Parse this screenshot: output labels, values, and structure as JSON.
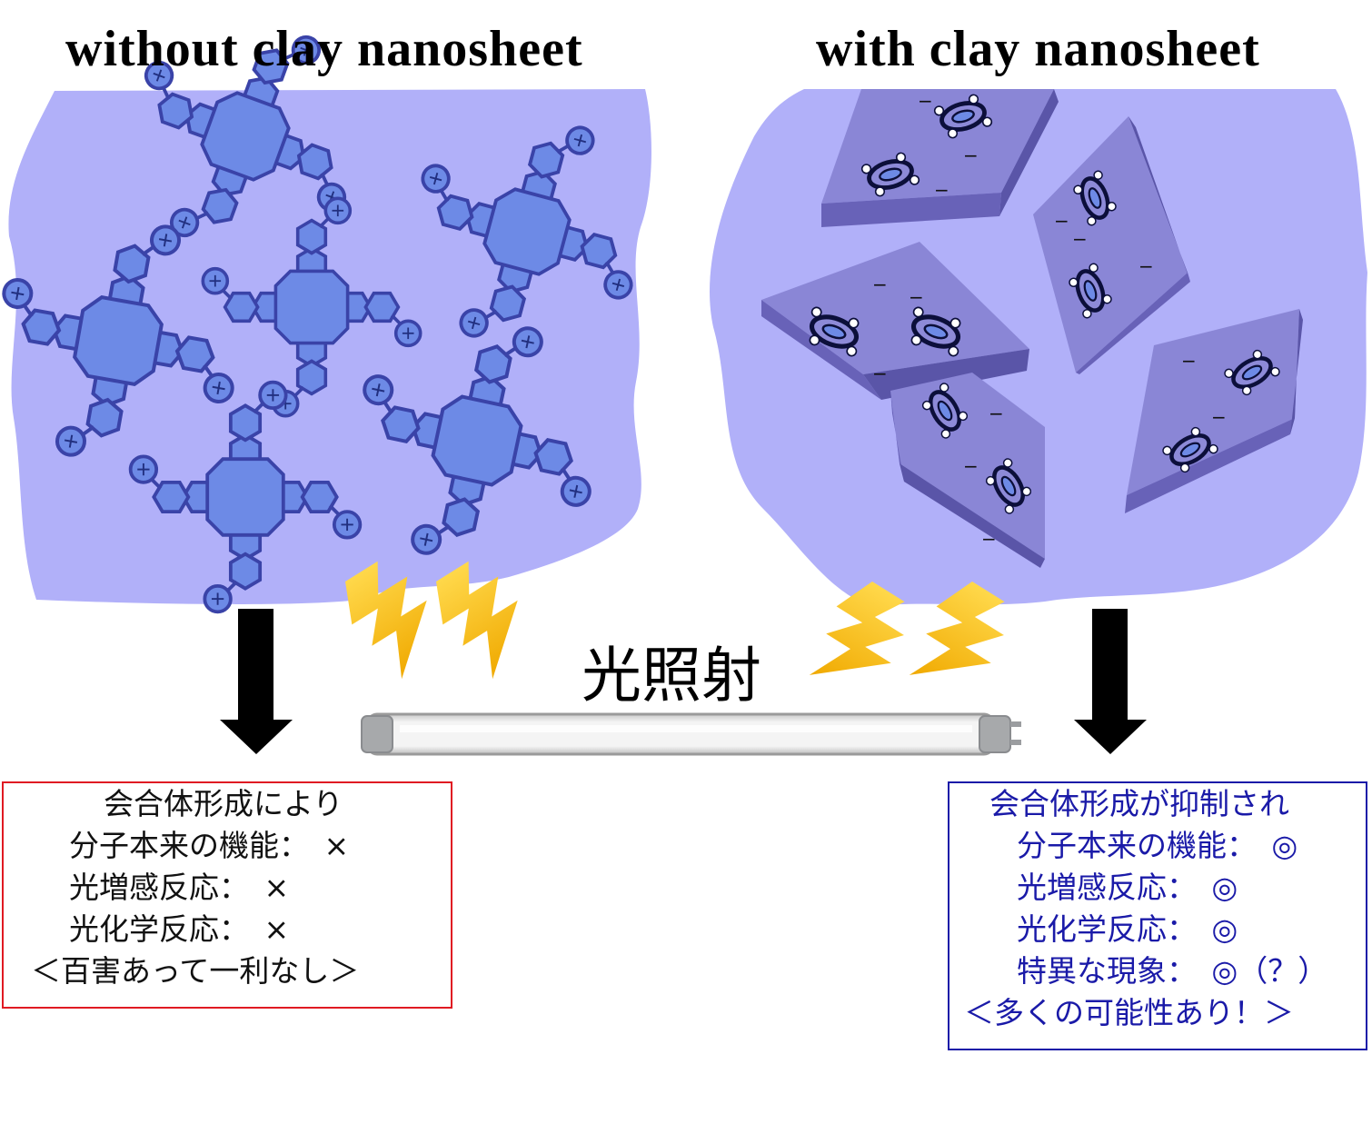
{
  "titles": {
    "left": "without clay nanosheet",
    "right": "with clay nanosheet"
  },
  "center_label": "光照射",
  "left_box": {
    "lines": [
      "会合体形成により",
      "分子本来の機能：　×",
      "光増感反応：　×",
      "光化学反応：　×",
      "＜百害あって一利なし＞"
    ]
  },
  "right_box": {
    "lines": [
      "会合体形成が抑制され",
      "分子本来の機能：　◎",
      "光増感反応：　◎",
      "光化学反応：　◎",
      "特異な現象：　◎（？）",
      "＜多くの可能性あり！＞"
    ]
  },
  "symbols": {
    "plus": "+",
    "minus": "−"
  },
  "colors": {
    "solution": "#b1b0f9",
    "molecule_fill": "#6d8ae6",
    "molecule_stroke": "#3a43a8",
    "sheet_top": "#8a86d6",
    "sheet_side": "#6862b8",
    "lightning": "#f7c21a",
    "left_border": "#e01a22",
    "right_border": "#1a1aa8"
  }
}
